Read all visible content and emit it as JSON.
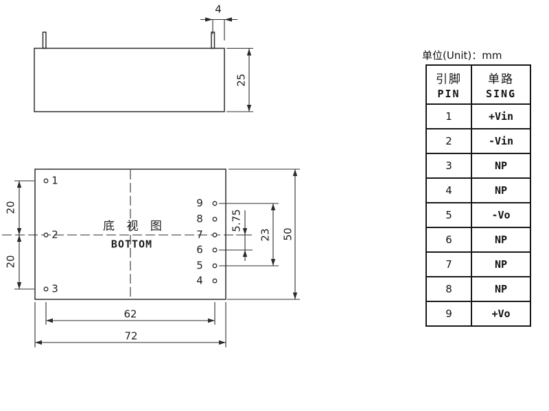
{
  "unit_note": "单位(Unit)：mm",
  "side_view": {
    "dim_pin_offset": "4",
    "dim_height": "25"
  },
  "bottom_view": {
    "title_cn": "底 视 图",
    "title_en": "BOTTOM",
    "left_pin_labels": [
      "1",
      "2",
      "3"
    ],
    "right_pin_labels": [
      "9",
      "8",
      "7",
      "6",
      "5",
      "4"
    ],
    "dim_pitch_top": "20",
    "dim_pitch_bottom": "20",
    "dim_width_pins": "62",
    "dim_width_body": "72",
    "dim_pin_pitch": "5.75",
    "dim_pin_span": "23",
    "dim_height": "50"
  },
  "pin_table": {
    "header": {
      "pin_cn": "引脚",
      "pin_en": "PIN",
      "sing_cn": "单路",
      "sing_en": "SING"
    },
    "rows": [
      {
        "pin": "1",
        "sing": "+Vin"
      },
      {
        "pin": "2",
        "sing": "-Vin"
      },
      {
        "pin": "3",
        "sing": "NP"
      },
      {
        "pin": "4",
        "sing": "NP"
      },
      {
        "pin": "5",
        "sing": "-Vo"
      },
      {
        "pin": "6",
        "sing": "NP"
      },
      {
        "pin": "7",
        "sing": "NP"
      },
      {
        "pin": "8",
        "sing": "NP"
      },
      {
        "pin": "9",
        "sing": "+Vo"
      }
    ]
  }
}
